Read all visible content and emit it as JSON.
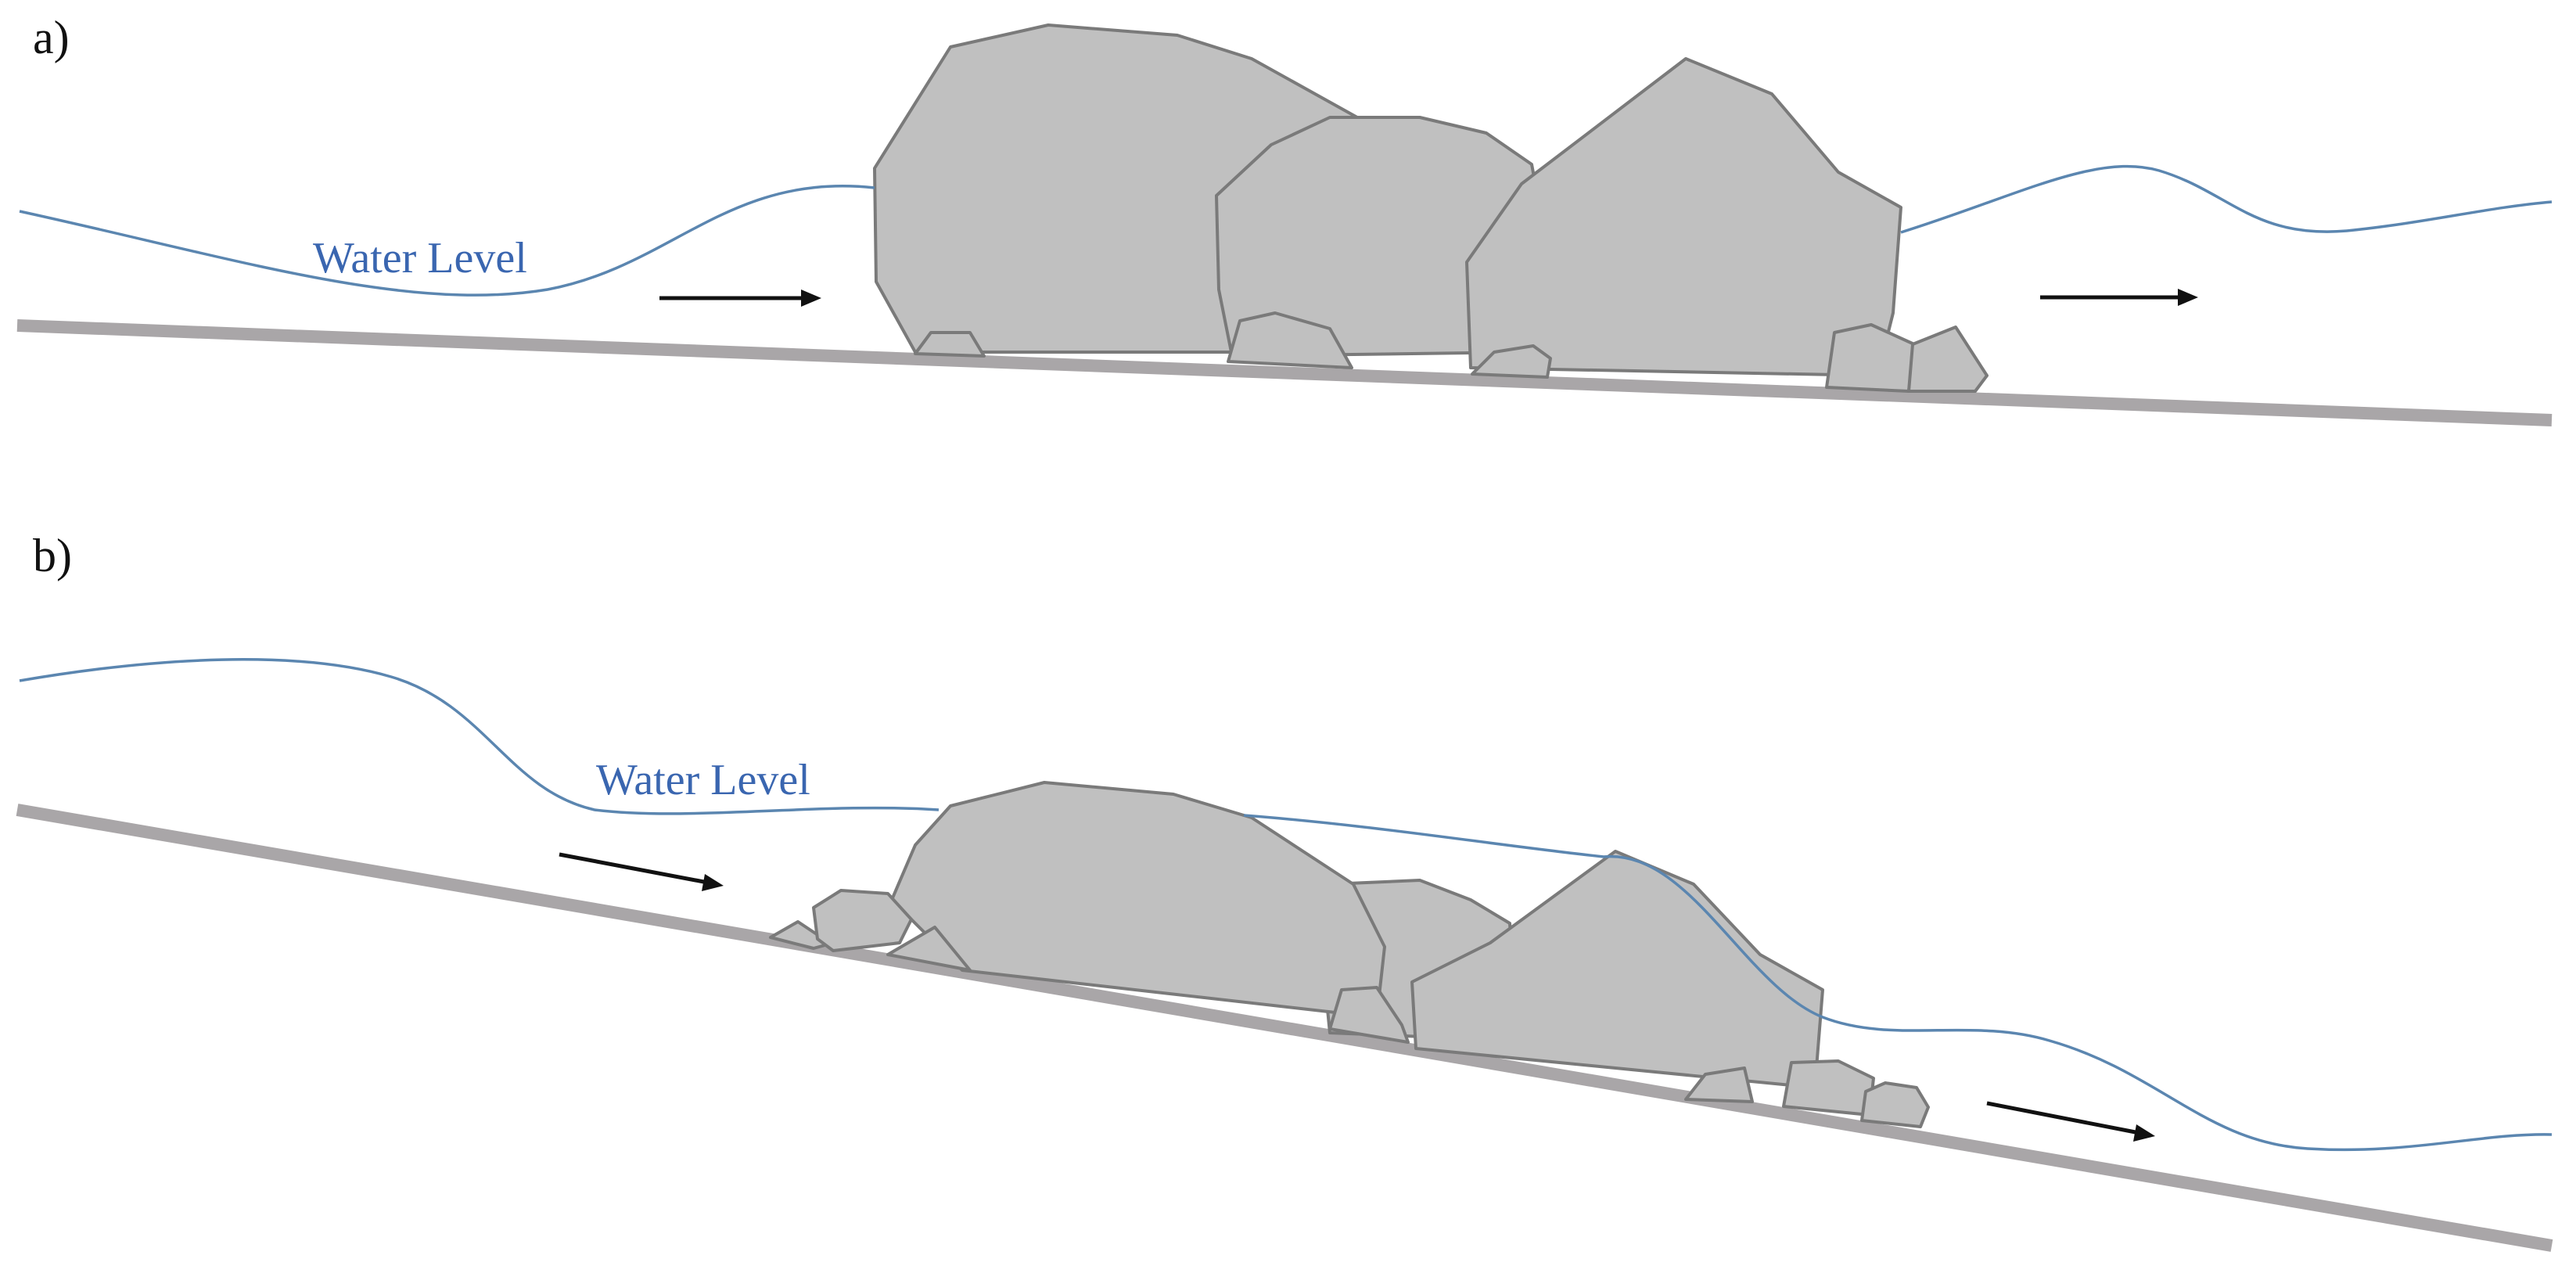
{
  "panels": [
    {
      "label": "a)",
      "water_label": "Water Level",
      "description_hidden": ""
    },
    {
      "label": "b)",
      "water_label": "Water Level"
    }
  ],
  "colors": {
    "water_line": "#5b86b0",
    "water_text": "#3a66b0",
    "rock_fill": "#c0c0c0",
    "rock_stroke": "#7a7a7a",
    "bed": "#a9a6a8",
    "arrow": "#111111"
  },
  "icons": {
    "flow_arrow": "right-arrow-icon"
  }
}
